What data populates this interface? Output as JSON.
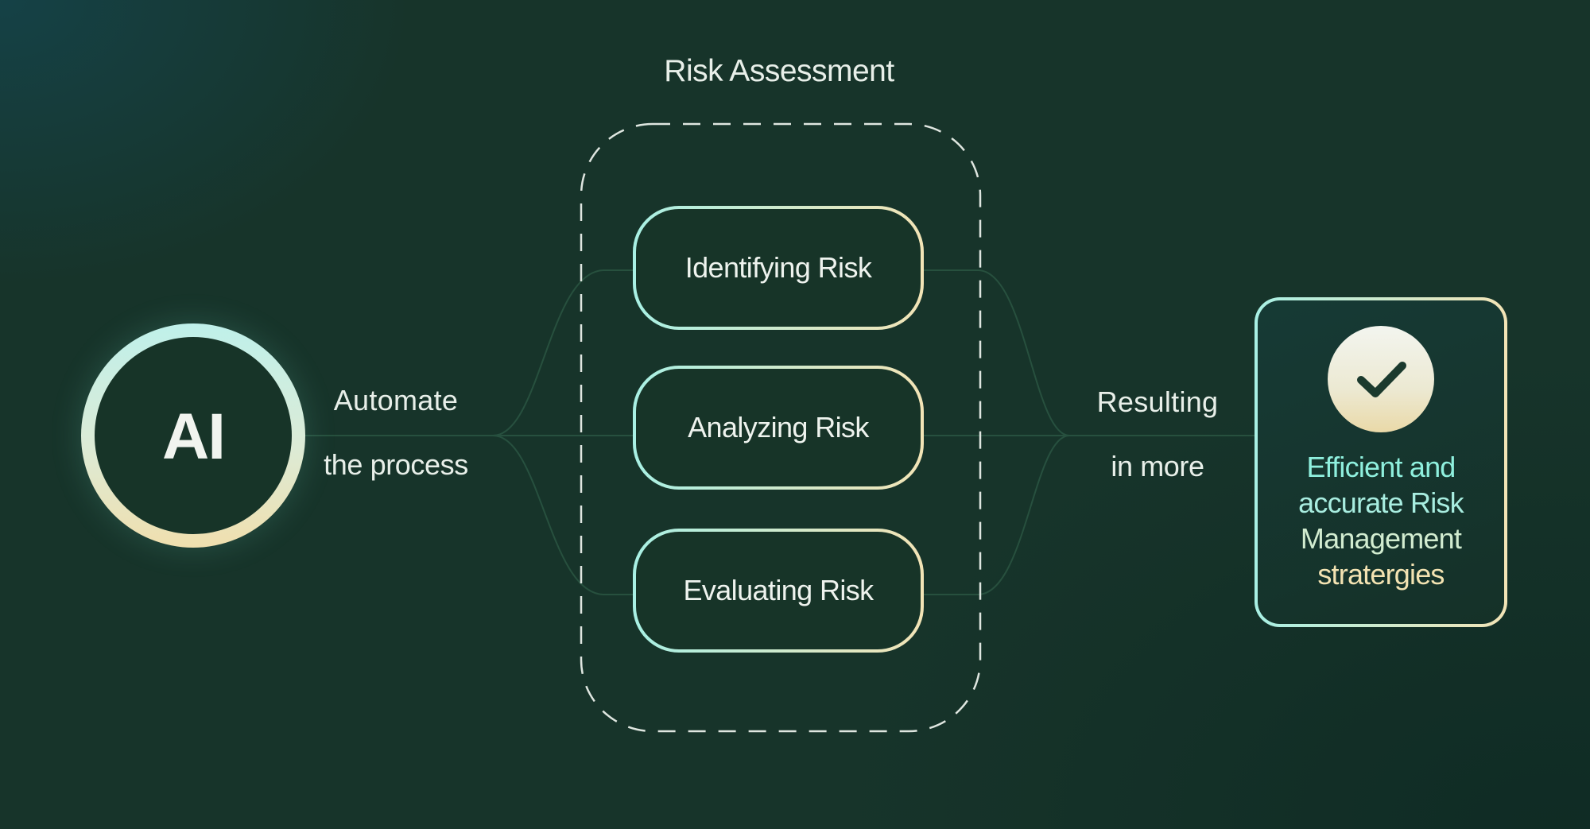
{
  "diagram": {
    "title": "Risk Assessment",
    "ai_badge": {
      "label": "AI"
    },
    "left_connector": {
      "line1": "Automate",
      "line2": "the process"
    },
    "steps": [
      {
        "label": "Identifying Risk"
      },
      {
        "label": "Analyzing Risk"
      },
      {
        "label": "Evaluating Risk"
      }
    ],
    "right_connector": {
      "line1": "Resulting",
      "line2": "in more"
    },
    "result": {
      "lines": [
        "Efficient and",
        "accurate Risk",
        "Management",
        "stratergies"
      ],
      "icon": "check-icon"
    }
  },
  "colors": {
    "background": "#17342a",
    "accent_teal": "#a8f0e4",
    "accent_cream": "#f3e4b6",
    "result_text_teal": "#8ff0de",
    "result_text_cream": "#f3e3b2",
    "text": "#e8efe9"
  }
}
